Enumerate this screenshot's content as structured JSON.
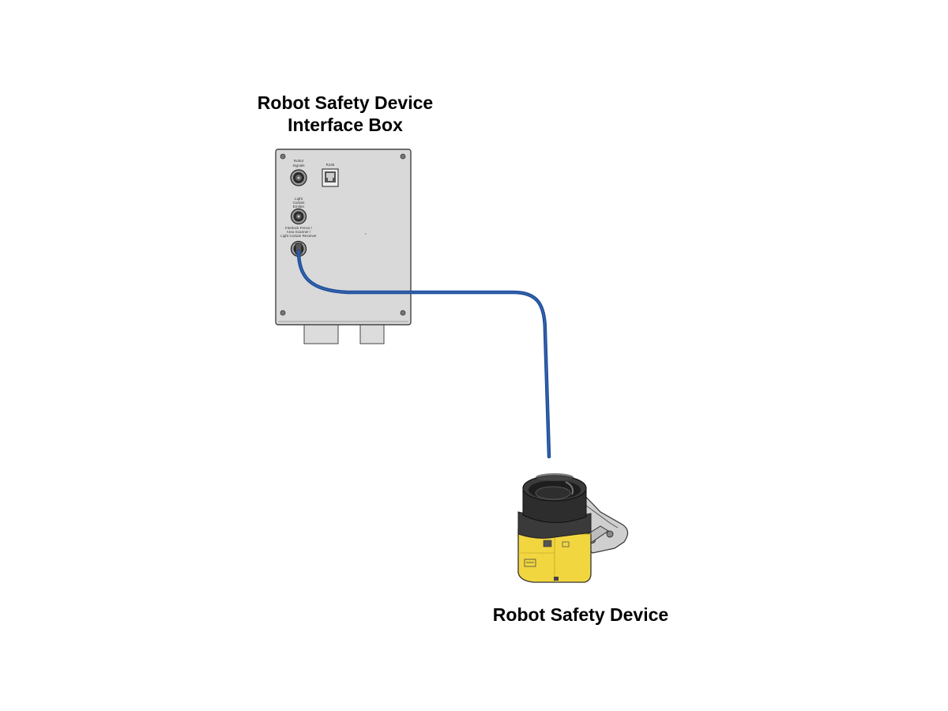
{
  "interface_box": {
    "title_line1": "Robot Safety Device",
    "title_line2": "Interface Box",
    "connectors": [
      {
        "label_line1": "Robot",
        "label_line2": "Signals",
        "label_line3": ""
      },
      {
        "label_line1": "Light",
        "label_line2": "Curtain",
        "label_line3": "Emitter"
      },
      {
        "label_line1": "Interlock Fence /",
        "label_line2": "Area Scanner /",
        "label_line3": "Light Curtain Receiver"
      }
    ],
    "rj45_label": "RJ45"
  },
  "device": {
    "title": "Robot Safety Device"
  },
  "colors": {
    "cable": "#1f4f9b",
    "panel": "#d9d9da",
    "panel_edge": "#444444",
    "scanner_yellow": "#f2d640",
    "scanner_dark": "#333333"
  }
}
